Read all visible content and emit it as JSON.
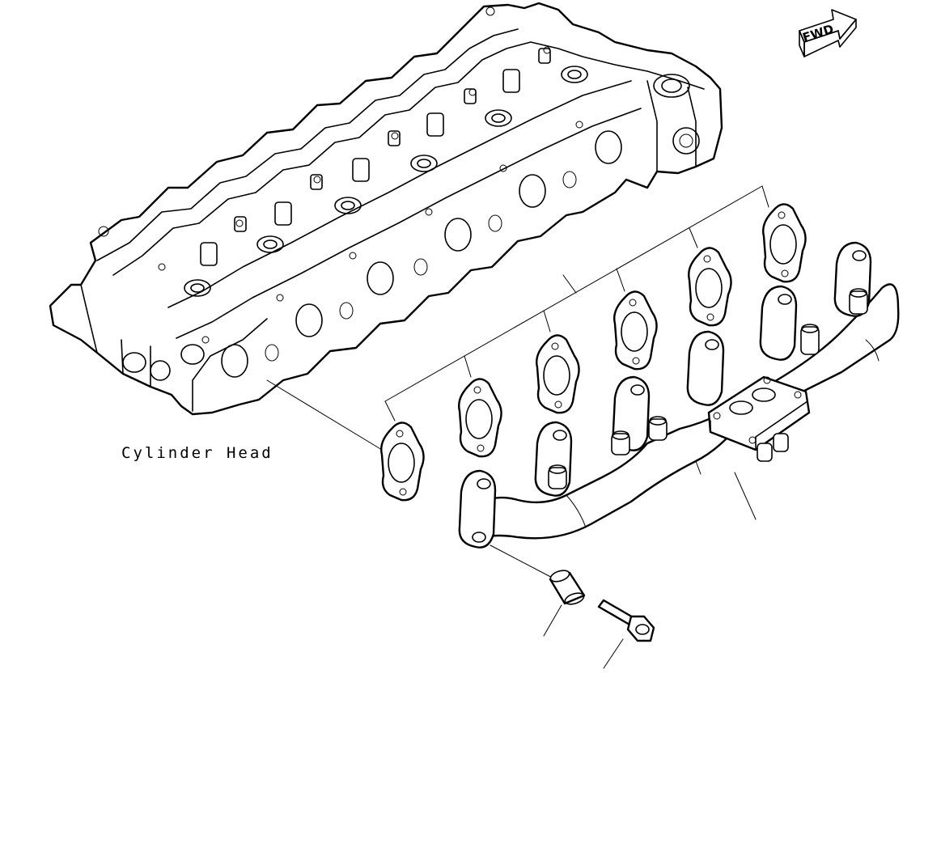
{
  "labels": {
    "cylinder_head": "Cylinder Head",
    "forward_arrow": "FWD"
  },
  "parts": {
    "gasket_count": 6,
    "items": [
      "cylinder-head",
      "gasket",
      "exhaust-manifold",
      "spacer",
      "bolt"
    ]
  }
}
